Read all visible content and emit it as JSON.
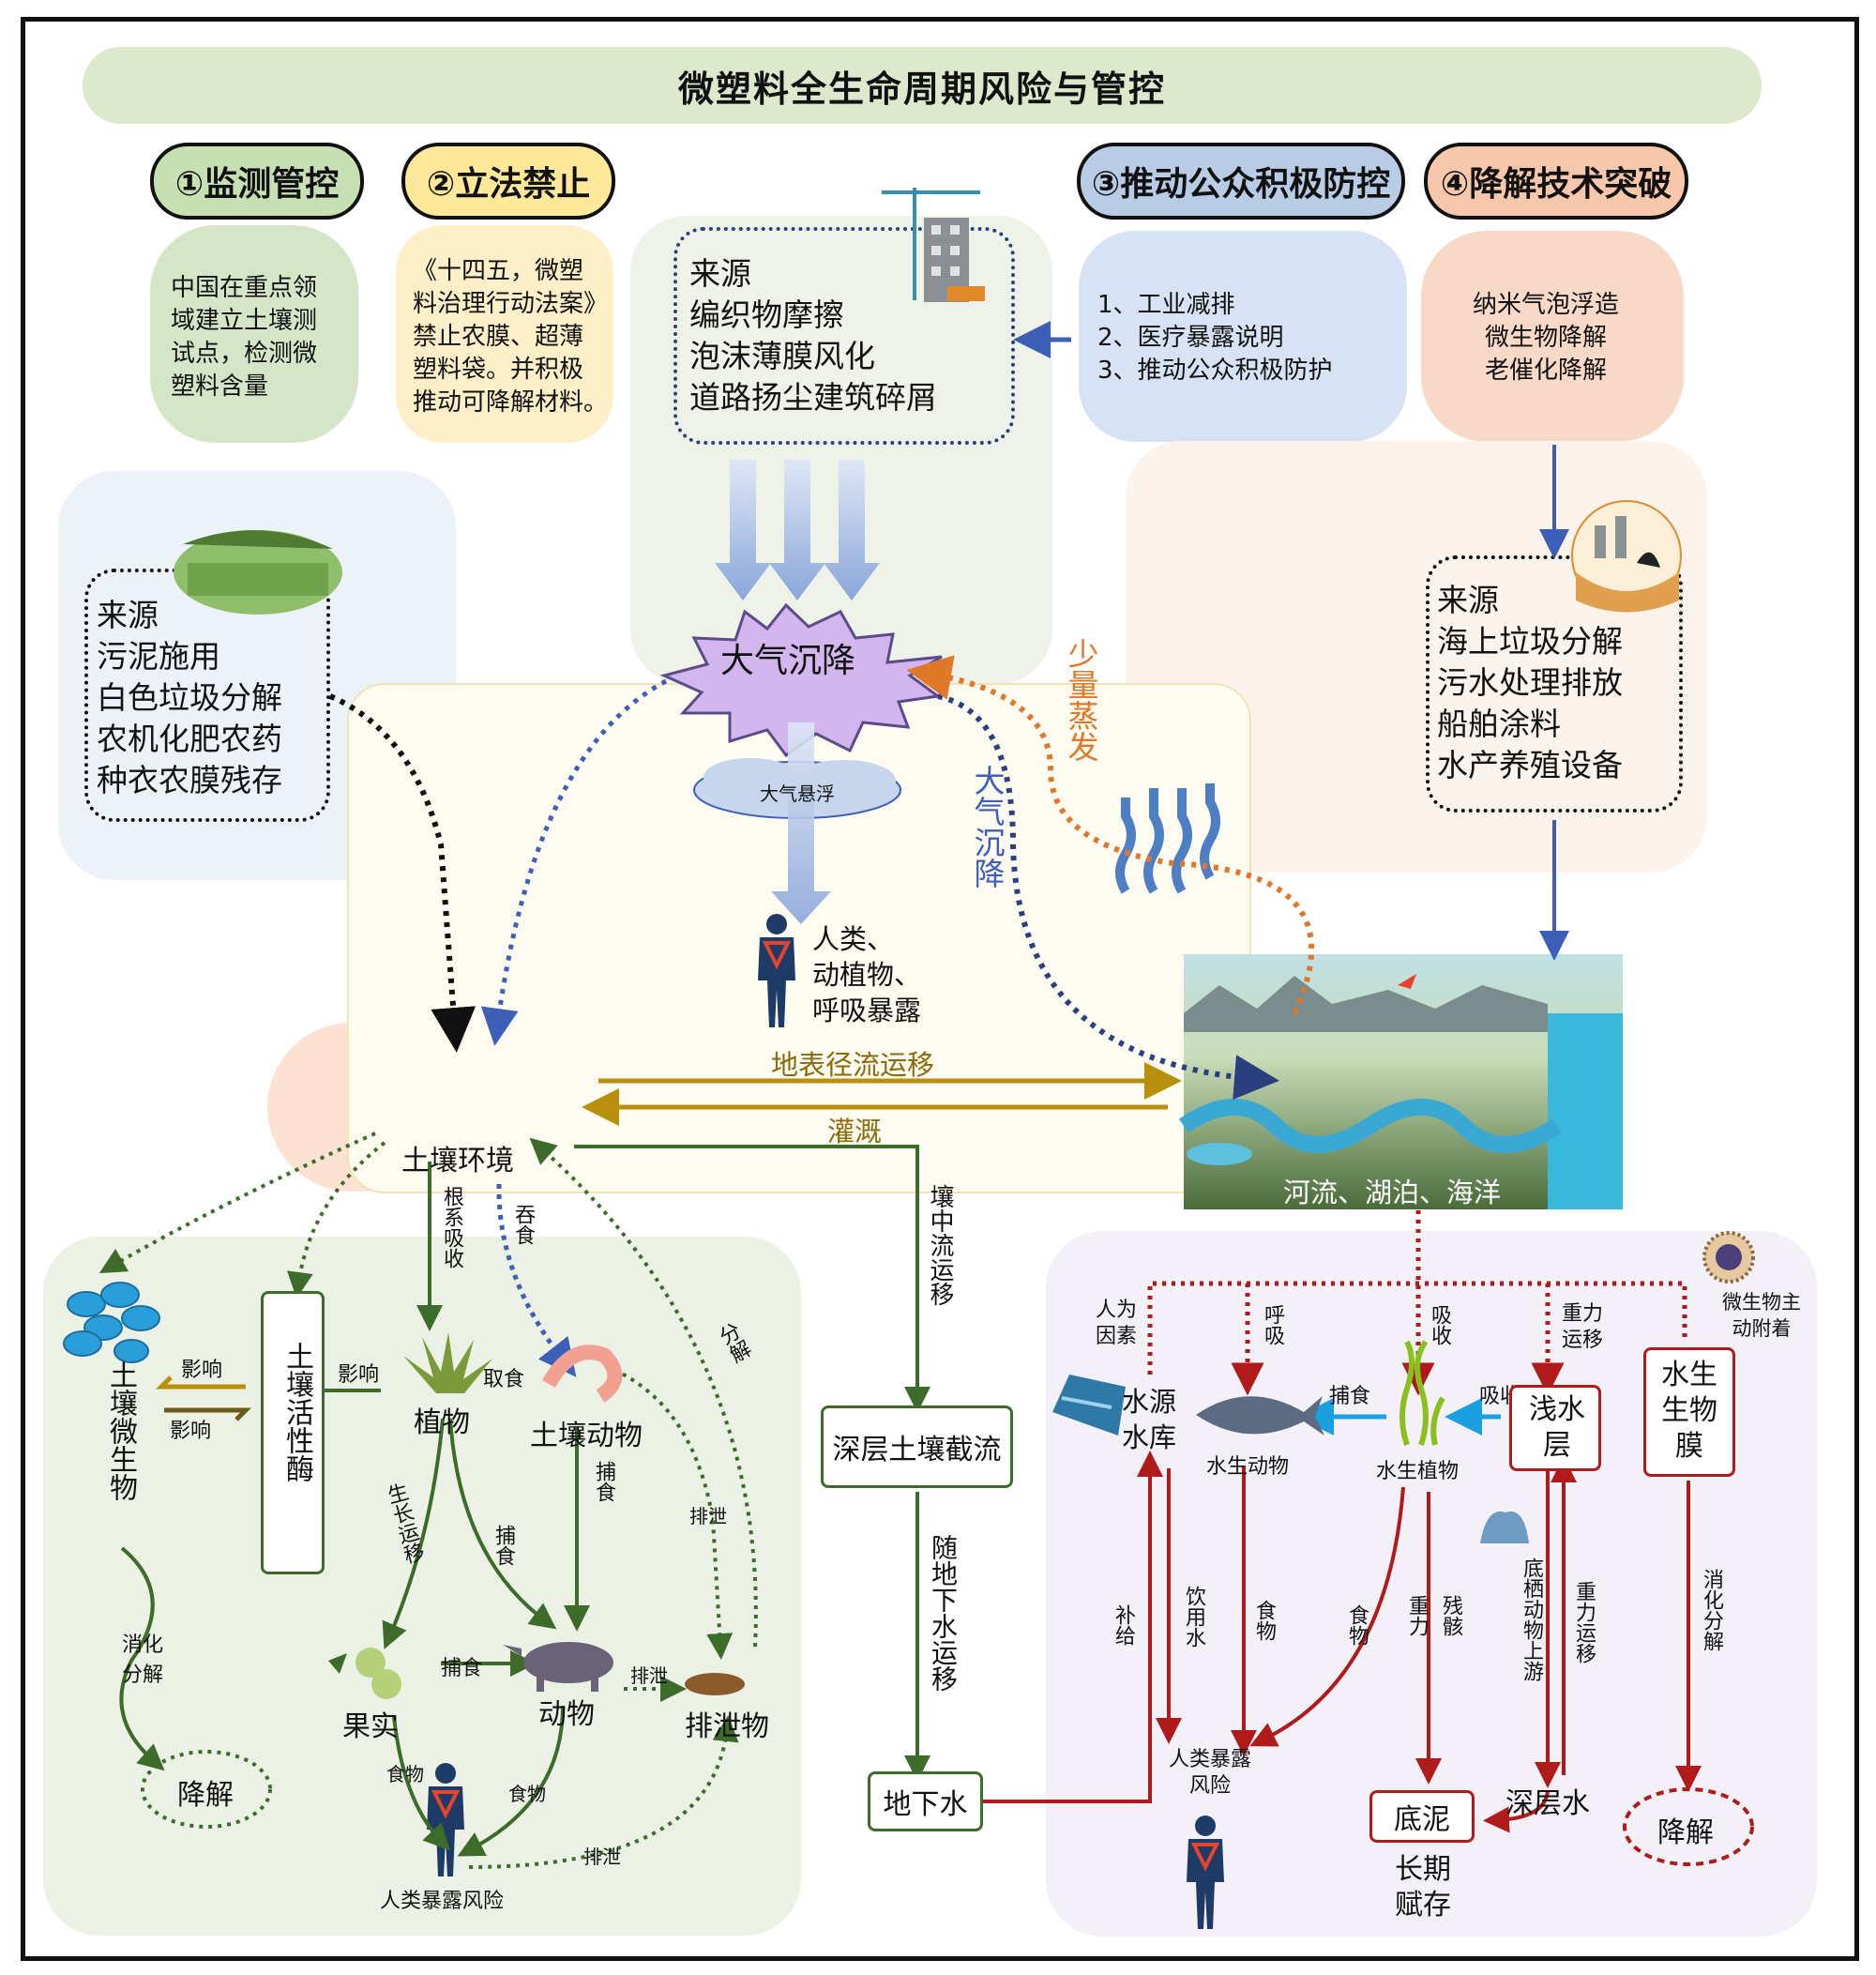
{
  "title": "微塑料全生命周期风险与管控",
  "measures": [
    {
      "label": "①监测管控",
      "desc": "中国在重点领\n域建立土壤测\n试点，检测微\n塑料含量"
    },
    {
      "label": "②立法禁止",
      "desc": "《十四五，微塑\n料治理行动法案》\n禁止农膜、超薄\n塑料袋。并积极\n推动可降解材料。"
    },
    {
      "label": "③推动公众积极防控",
      "desc": "1、工业减排\n2、医疗暴露说明\n3、推动公众积极防护"
    },
    {
      "label": "④降解技术突破",
      "desc": "纳米气泡浮造\n微生物降解\n老催化降解"
    }
  ],
  "sources": {
    "air": "来源\n编织物摩擦\n泡沫薄膜风化\n道路扬尘建筑碎屑",
    "soil": "来源\n污泥施用\n白色垃圾分解\n农机化肥农药\n种衣农膜残存",
    "water": "来源\n海上垃圾分解\n污水处理排放\n船舶涂料\n水产养殖设备"
  },
  "atmosphere": {
    "deposition": "大气沉降",
    "suspended": "大气悬浮",
    "exposed": "人类、\n动植物、\n呼吸暴露",
    "deposition_vertical": "大气沉降",
    "evaporation": "少量蒸发"
  },
  "transport": {
    "runoff": "地表径流运移",
    "irrigation": "灌溉",
    "interflow": "壤中流运移",
    "deep_soil": "深层土壤截流",
    "groundwater_move": "随地下水运移",
    "groundwater": "地下水"
  },
  "soil": {
    "env": "土壤环境",
    "root": "根系吸收",
    "swallow": "吞食",
    "decompose": "分解",
    "enzyme": "土壤活性酶",
    "microbe": "土壤微生物",
    "influence1": "影响",
    "influence2": "影响",
    "influence3": "影响",
    "plant": "植物",
    "feed": "取食",
    "soil_animal": "土壤动物",
    "growth": "生长运移",
    "prey1": "捕食",
    "prey2": "捕食",
    "prey3": "捕食",
    "excrete1": "排泄",
    "excrete2": "排泄",
    "excrete3": "排泄",
    "fruit": "果实",
    "animal": "动物",
    "excreta": "排泄物",
    "food1": "食物",
    "food2": "食物",
    "digest": "消化分解",
    "degrade": "降解",
    "human_risk": "人类暴露风险"
  },
  "water": {
    "env": "河流、湖泊、海洋",
    "human_factor": "人为因素",
    "breathe": "呼吸",
    "absorb1": "吸收",
    "absorb2": "吸收",
    "gravity1": "重力运移",
    "microbe_attach": "微生物主动附着",
    "reservoir": "水源水库",
    "aquatic_animal": "水生动物",
    "prey": "捕食",
    "aquatic_plant": "水生植物",
    "shallow": "浅水层",
    "biofilm": "水生生物膜",
    "supply": "补给",
    "drink": "饮用水",
    "food1": "食物",
    "food2": "食物",
    "gravity2": "重力",
    "remains": "残骸",
    "benthic": "底栖动物上游",
    "gravity3": "重力运移",
    "digest": "消化分解",
    "human_risk": "人类暴露风险",
    "sediment": "底泥",
    "deep": "深层水",
    "storage": "长期赋存",
    "degrade": "降解"
  },
  "colors": {
    "green": "#3d6b2a",
    "red": "#b01a1a",
    "gold": "#b8900e",
    "blue": "#2a3f80",
    "orange": "#e0782a"
  }
}
